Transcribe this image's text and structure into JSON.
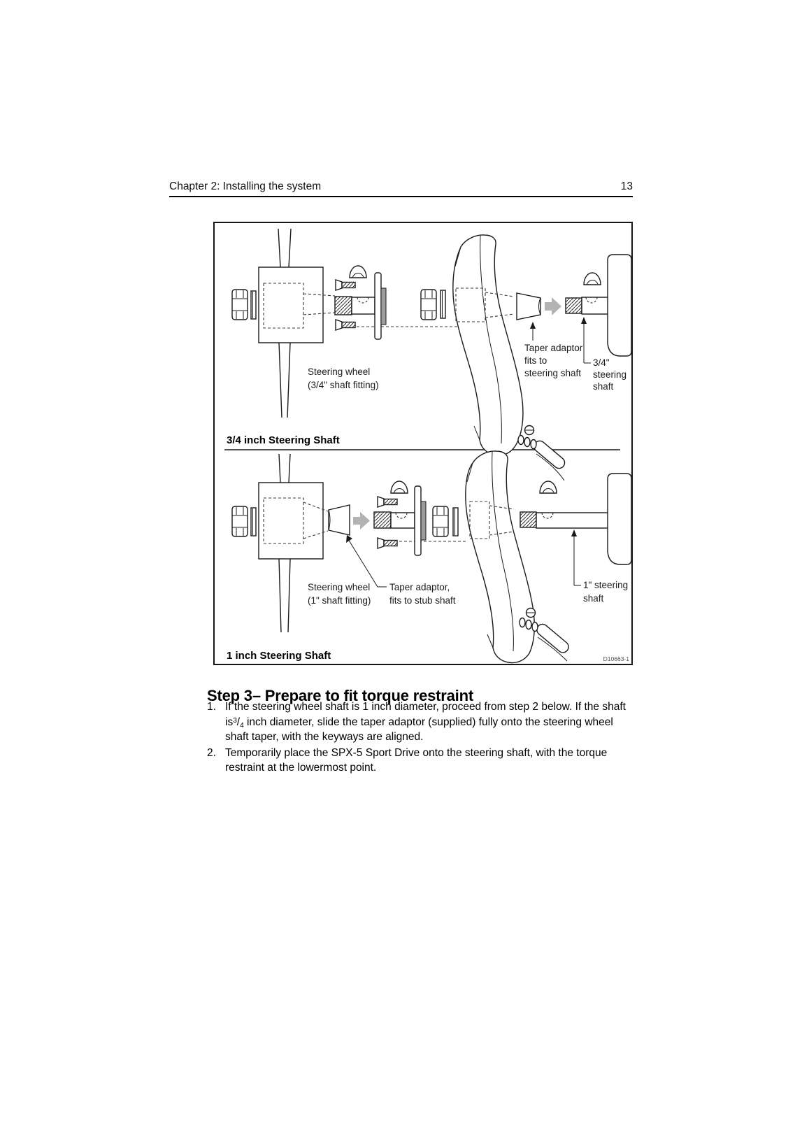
{
  "header": {
    "title": "Chapter 2: Installing the system",
    "page_number": "13"
  },
  "figure": {
    "figure_code": "D10663-1",
    "top": {
      "caption": "3/4 inch Steering Shaft",
      "wheel_label_line1": "Steering wheel",
      "wheel_label_line2": "(3/4\" shaft fitting)",
      "taper_label_line1": "Taper adaptor",
      "taper_label_line2": "fits to",
      "taper_label_line3": "steering shaft",
      "shaft_label_line1": "3/4\"",
      "shaft_label_line2": "steering",
      "shaft_label_line3": "shaft"
    },
    "bottom": {
      "caption": "1 inch Steering Shaft",
      "wheel_label_line1": "Steering wheel",
      "wheel_label_line2": "(1\" shaft fitting)",
      "taper_label_line1": "Taper adaptor,",
      "taper_label_line2": "fits to stub shaft",
      "shaft_label_line1": "1\" steering",
      "shaft_label_line2": "shaft"
    }
  },
  "section": {
    "heading": "Step 3– Prepare to fit torque restraint",
    "step1": {
      "number": "1.",
      "text_before_fraction": "If the steering wheel shaft is 1 inch diameter, proceed from step 2 below. If the shaft is",
      "fraction_numerator": "3",
      "fraction_slash": "/",
      "fraction_denominator": "4",
      "text_after_fraction": " inch diameter, slide the taper adaptor (supplied) fully onto the steering wheel shaft taper, with the keyways are aligned."
    },
    "step2": {
      "number": "2.",
      "text": "Temporarily place the SPX-5 Sport Drive onto the steering shaft, with the torque restraint at the lowermost point."
    }
  }
}
